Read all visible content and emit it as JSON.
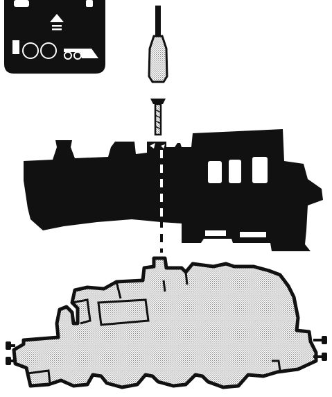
{
  "diagram": {
    "colors": {
      "ink": "#111111",
      "paper": "#ffffff",
      "stipple_dot": "#8a8a8a"
    },
    "instruction_badge": {
      "icon": "locomotive-icon",
      "indicator": "lift-up-arrow-icon"
    },
    "tool": "screwdriver-icon",
    "fastener": "screw-icon",
    "upper_part": "locomotive-body-shell",
    "lower_part": "locomotive-chassis",
    "guide": "dashed-assembly-line"
  }
}
